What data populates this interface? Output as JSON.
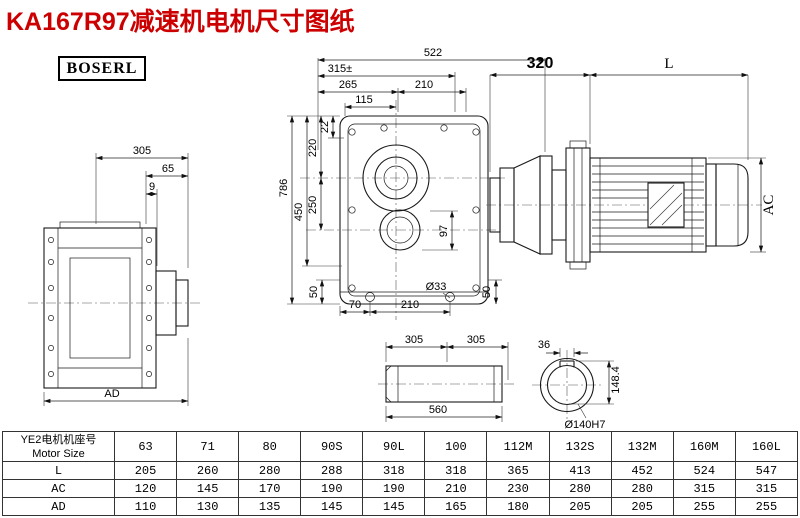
{
  "page": {
    "title": "KA167R97减速机电机尺寸图纸",
    "brand": "BOSERL",
    "colors": {
      "title_red": "#cc0000",
      "line": "#1a1a1a"
    }
  },
  "views": {
    "side": {
      "d305": "305",
      "d65": "65",
      "d9": "9",
      "dAD": "AD"
    },
    "front": {
      "d522": "522",
      "d315": "315±",
      "d265": "265",
      "d210_top": "210",
      "d115": "115",
      "d22": "22",
      "d220": "220",
      "d250": "250",
      "d450": "450",
      "d786": "786",
      "d97": "97",
      "d50_left": "50",
      "d70": "70",
      "d210_bottom": "210",
      "d33": "Ø33",
      "d50_right": "50"
    },
    "motor": {
      "d320": "320",
      "dL": "L",
      "dAC": "AC"
    },
    "shaft": {
      "d305_a": "305",
      "d305_b": "305",
      "d560": "560"
    },
    "bore": {
      "d36": "36",
      "d148": "148.4",
      "d140": "Ø140H7"
    }
  },
  "table": {
    "header": {
      "line1": "YE2电机机座号",
      "line2": "Motor Size"
    },
    "sizes": [
      "63",
      "71",
      "80",
      "90S",
      "90L",
      "100",
      "112M",
      "132S",
      "132M",
      "160M",
      "160L"
    ],
    "rows": [
      {
        "label": "L",
        "values": [
          "205",
          "260",
          "280",
          "288",
          "318",
          "318",
          "365",
          "413",
          "452",
          "524",
          "547"
        ]
      },
      {
        "label": "AC",
        "values": [
          "120",
          "145",
          "170",
          "190",
          "190",
          "210",
          "230",
          "280",
          "280",
          "315",
          "315"
        ]
      },
      {
        "label": "AD",
        "values": [
          "110",
          "130",
          "135",
          "145",
          "145",
          "165",
          "180",
          "205",
          "205",
          "255",
          "255"
        ]
      }
    ]
  }
}
